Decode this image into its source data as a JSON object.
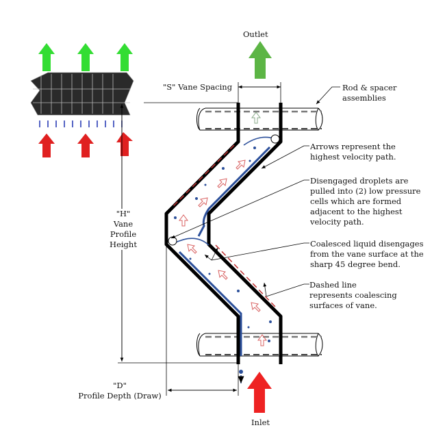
{
  "labels": {
    "outlet": "Outlet",
    "inlet": "Inlet",
    "vane_spacing": "\"S\" Vane Spacing",
    "rod_spacer": [
      "Rod & spacer",
      "assemblies"
    ],
    "arrows_note": [
      "Arrows represent the",
      "highest velocity path."
    ],
    "droplets_note": [
      "Disengaged droplets are",
      "pulled into (2) low pressure",
      "cells which are formed",
      "adjacent to the highest",
      "velocity path."
    ],
    "coalesced_note": [
      "Coalesced liquid disengages",
      "from the vane surface at the",
      "sharp 45 degree bend."
    ],
    "dashed_note": [
      "Dashed line",
      "represents coalescing",
      "surfaces of vane."
    ],
    "height": [
      "\"H\"",
      "Vane",
      "Profile",
      "Height"
    ],
    "depth": [
      "\"D\"",
      "Profile Depth (Draw)"
    ]
  },
  "colors": {
    "vane": "#000000",
    "liquid": "#2b4f9a",
    "gas_arrow": "#d05050",
    "outlet_arrow": "#4caf3a",
    "inlet_arrow": "#e02020"
  }
}
